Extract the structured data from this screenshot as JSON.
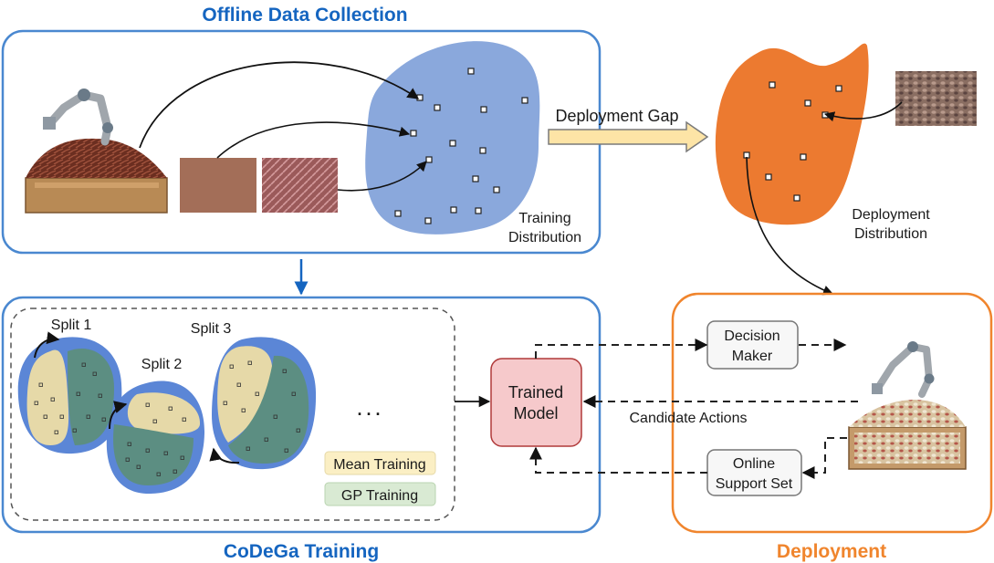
{
  "sections": {
    "offline": {
      "title": "Offline Data Collection",
      "training_distribution_line1": "Training",
      "training_distribution_line2": "Distribution"
    },
    "gap": {
      "label": "Deployment Gap"
    },
    "deployment_dist": {
      "line1": "Deployment",
      "line2": "Distribution"
    },
    "codega": {
      "title": "CoDeGa Training",
      "splits": [
        "Split 1",
        "Split 2",
        "Split 3"
      ],
      "ellipsis": ". . .",
      "legend": [
        "Mean Training",
        "GP Training"
      ],
      "model_line1": "Trained",
      "model_line2": "Model"
    },
    "deployment": {
      "title": "Deployment",
      "decision_line1": "Decision",
      "decision_line2": "Maker",
      "support_line1": "Online",
      "support_line2": "Support Set",
      "candidate_actions": "Candidate Actions"
    }
  },
  "colors": {
    "blue_accent": "#1565c0",
    "orange_accent": "#f0852d",
    "training_blob": "#8aa8dc",
    "deployment_blob": "#ec7a30",
    "mean_region": "#e6d9a8",
    "gp_region": "#5c8e82",
    "model_fill": "#f6c9cb"
  }
}
